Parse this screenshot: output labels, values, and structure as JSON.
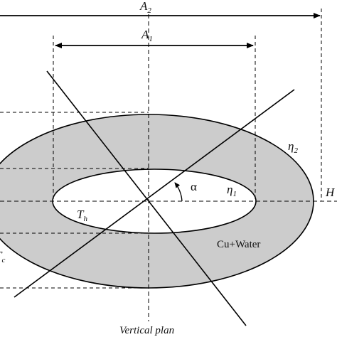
{
  "labels": {
    "outer_span": "A",
    "outer_span_sub": "2",
    "inner_span": "A",
    "inner_span_sub": "1",
    "outer_boundary": "η",
    "outer_boundary_sub": "2",
    "inner_boundary": "η",
    "inner_boundary_sub": "1",
    "angle": "α",
    "hot_wall": "T",
    "hot_wall_sub": "h",
    "cold_wall": "T",
    "cold_wall_sub": "c",
    "height": "H",
    "fluid": "Cu+Water",
    "plane": "Vertical plan"
  },
  "colors": {
    "annulus_fill": "#cccccc",
    "inner_fill": "#ffffff",
    "stroke": "#000000"
  }
}
